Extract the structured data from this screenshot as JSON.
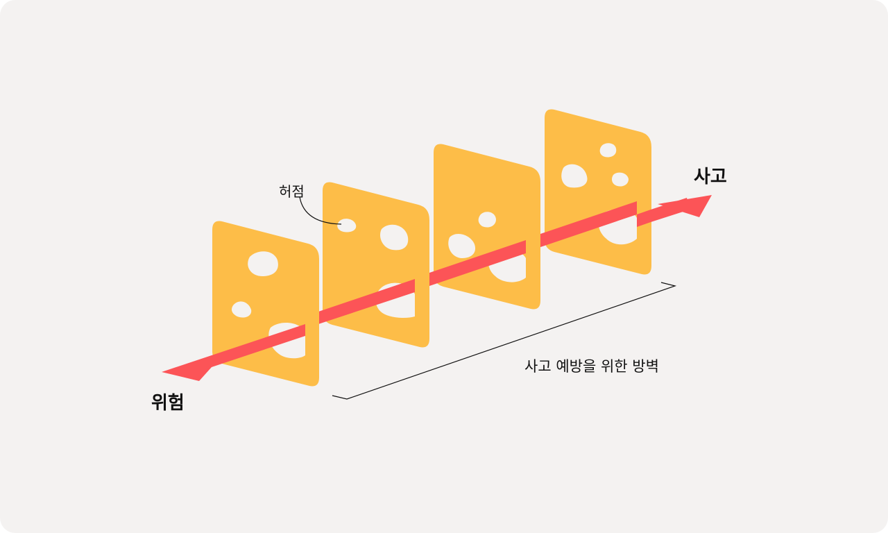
{
  "labels": {
    "danger": "위험",
    "accident": "사고",
    "hole": "허점",
    "barriers": "사고 예방을 위한 방벽"
  },
  "colors": {
    "background": "#f4f2f1",
    "slice": "#fdbd48",
    "slice_edge": "#f1ae3a",
    "hole": "#f4f2f1",
    "arrow": "#fc5457",
    "text": "#111111"
  },
  "icons": {
    "slices": "cheese-slice",
    "arrow": "hazard-trajectory-arrow"
  },
  "slice_count": 4
}
